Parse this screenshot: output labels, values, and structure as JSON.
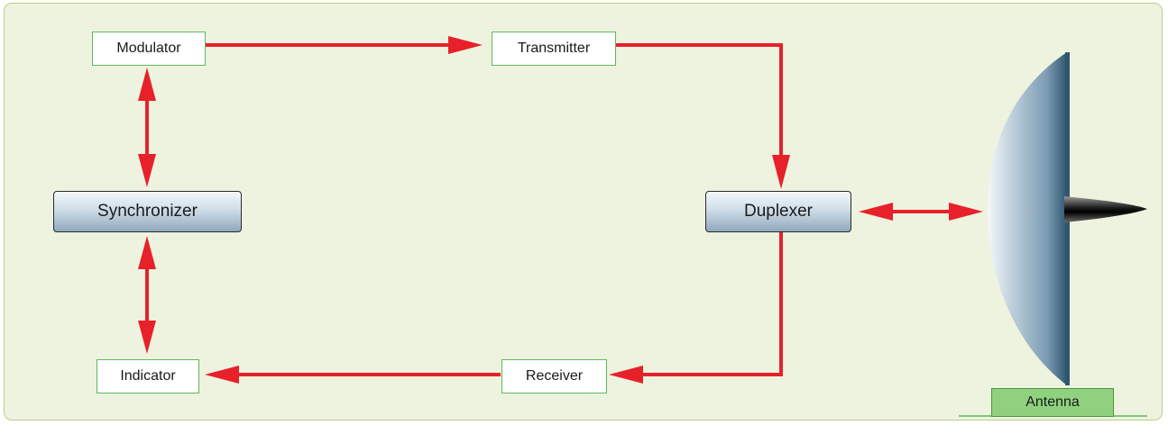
{
  "diagram": {
    "blocks": {
      "modulator": "Modulator",
      "transmitter": "Transmitter",
      "synchronizer": "Synchronizer",
      "duplexer": "Duplexer",
      "indicator": "Indicator",
      "receiver": "Receiver",
      "antenna": "Antenna"
    },
    "colors": {
      "arrow": "#e8202a",
      "background": "#eef3df",
      "box_border": "#5cb85c",
      "antenna_label": "#8fd17f"
    },
    "connections": [
      {
        "from": "Modulator",
        "to": "Transmitter",
        "direction": "one-way"
      },
      {
        "from": "Transmitter",
        "to": "Duplexer",
        "direction": "one-way"
      },
      {
        "from": "Duplexer",
        "to": "Antenna",
        "direction": "two-way"
      },
      {
        "from": "Duplexer",
        "to": "Receiver",
        "direction": "one-way"
      },
      {
        "from": "Receiver",
        "to": "Indicator",
        "direction": "one-way"
      },
      {
        "from": "Synchronizer",
        "to": "Modulator",
        "direction": "two-way"
      },
      {
        "from": "Synchronizer",
        "to": "Indicator",
        "direction": "two-way"
      }
    ]
  }
}
